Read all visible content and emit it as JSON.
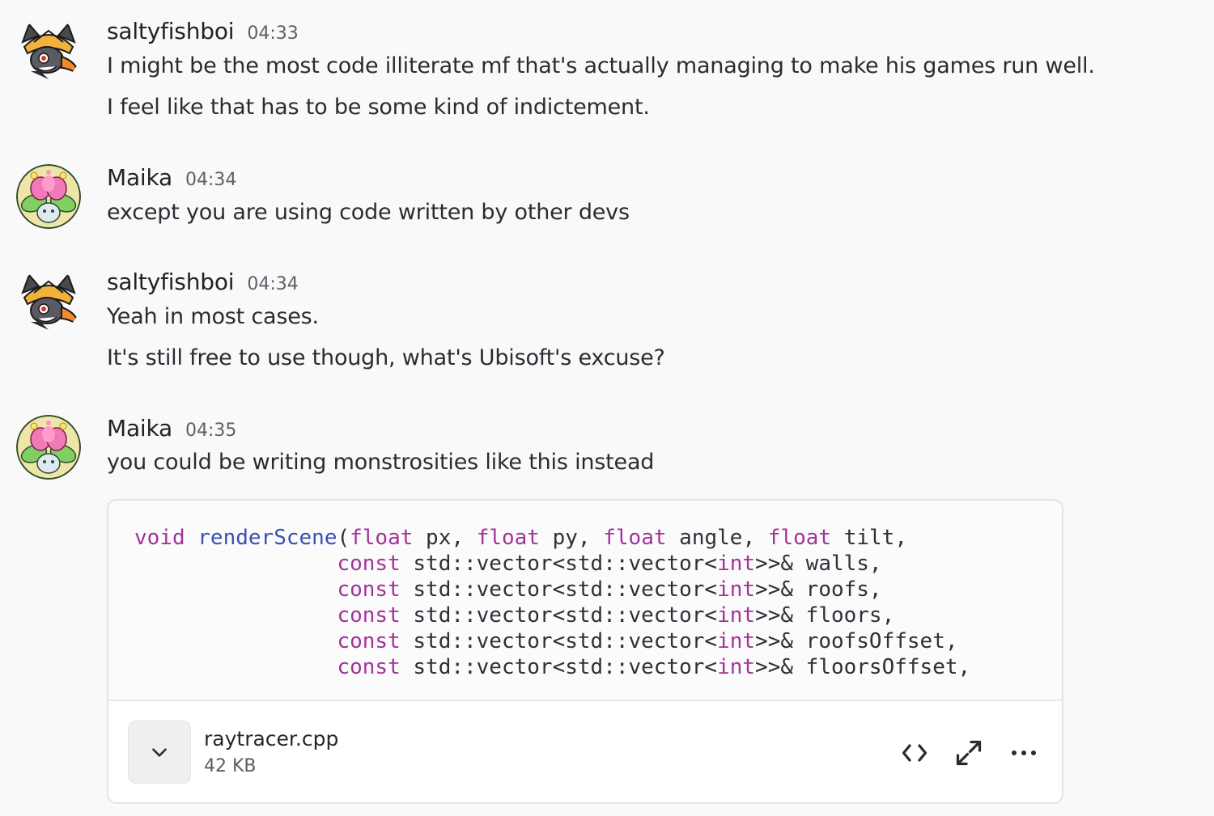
{
  "messages": [
    {
      "username": "saltyfishboi",
      "timestamp": "04:33",
      "avatar_icon": "twili-imp-avatar-icon",
      "lines": [
        "I might be the most code illiterate mf that's actually managing to make his games run well.",
        "I feel like that has to be some kind of indictement."
      ]
    },
    {
      "username": "Maika",
      "timestamp": "04:34",
      "avatar_icon": "flower-character-avatar-icon",
      "lines": [
        "except you are using code written by other devs"
      ]
    },
    {
      "username": "saltyfishboi",
      "timestamp": "04:34",
      "avatar_icon": "twili-imp-avatar-icon",
      "lines": [
        "Yeah in most cases.",
        "It's still free to use though, what's Ubisoft's excuse?"
      ]
    },
    {
      "username": "Maika",
      "timestamp": "04:35",
      "avatar_icon": "flower-character-avatar-icon",
      "lines": [
        "you could be writing monstrosities like this instead"
      ]
    }
  ],
  "attachment": {
    "code_lines": [
      [
        {
          "t": "void",
          "c": "kw"
        },
        {
          "t": " ",
          "c": ""
        },
        {
          "t": "renderScene",
          "c": "fn"
        },
        {
          "t": "(",
          "c": ""
        },
        {
          "t": "float",
          "c": "kw"
        },
        {
          "t": " px, ",
          "c": ""
        },
        {
          "t": "float",
          "c": "kw"
        },
        {
          "t": " py, ",
          "c": ""
        },
        {
          "t": "float",
          "c": "kw"
        },
        {
          "t": " angle, ",
          "c": ""
        },
        {
          "t": "float",
          "c": "kw"
        },
        {
          "t": " tilt,",
          "c": ""
        }
      ],
      [
        {
          "t": "                ",
          "c": ""
        },
        {
          "t": "const",
          "c": "kw"
        },
        {
          "t": " std::vector<std::vector<",
          "c": ""
        },
        {
          "t": "int",
          "c": "kw"
        },
        {
          "t": ">>& walls,",
          "c": ""
        }
      ],
      [
        {
          "t": "                ",
          "c": ""
        },
        {
          "t": "const",
          "c": "kw"
        },
        {
          "t": " std::vector<std::vector<",
          "c": ""
        },
        {
          "t": "int",
          "c": "kw"
        },
        {
          "t": ">>& roofs,",
          "c": ""
        }
      ],
      [
        {
          "t": "                ",
          "c": ""
        },
        {
          "t": "const",
          "c": "kw"
        },
        {
          "t": " std::vector<std::vector<",
          "c": ""
        },
        {
          "t": "int",
          "c": "kw"
        },
        {
          "t": ">>& floors,",
          "c": ""
        }
      ],
      [
        {
          "t": "                ",
          "c": ""
        },
        {
          "t": "const",
          "c": "kw"
        },
        {
          "t": " std::vector<std::vector<",
          "c": ""
        },
        {
          "t": "int",
          "c": "kw"
        },
        {
          "t": ">>& roofsOffset,",
          "c": ""
        }
      ],
      [
        {
          "t": "                ",
          "c": ""
        },
        {
          "t": "const",
          "c": "kw"
        },
        {
          "t": " std::vector<std::vector<",
          "c": ""
        },
        {
          "t": "int",
          "c": "kw"
        },
        {
          "t": ">>& floorsOffset,",
          "c": ""
        }
      ]
    ],
    "filename": "raytracer.cpp",
    "filesize": "42 KB",
    "icons": {
      "expand": "chevron-down-icon",
      "view_code": "code-brackets-icon",
      "fullscreen": "expand-arrows-icon",
      "more": "more-dots-icon"
    }
  },
  "colors": {
    "background": "#f9f9fa",
    "keyword": "#a3329a",
    "function": "#3b4fb5",
    "text": "#2a2c31",
    "muted": "#5e6068"
  }
}
